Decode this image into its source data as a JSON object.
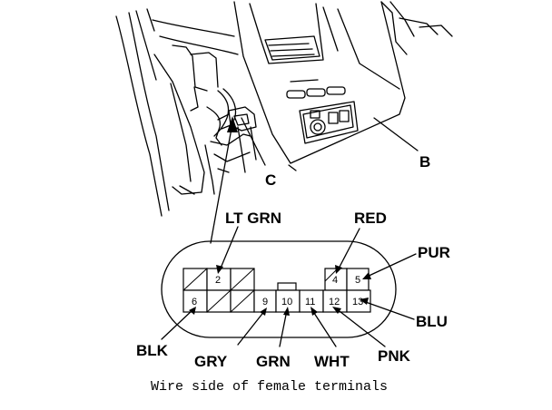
{
  "labels": {
    "b": "B",
    "c": "C",
    "lt_grn": "LT GRN",
    "red": "RED",
    "pur": "PUR",
    "blu": "BLU",
    "blk": "BLK",
    "gry": "GRY",
    "grn": "GRN",
    "wht": "WHT",
    "pnk": "PNK"
  },
  "pins": {
    "p2": "2",
    "p4": "4",
    "p5": "5",
    "p6": "6",
    "p9": "9",
    "p10": "10",
    "p11": "11",
    "p12": "12",
    "p13": "13"
  },
  "caption": "Wire side of female terminals"
}
